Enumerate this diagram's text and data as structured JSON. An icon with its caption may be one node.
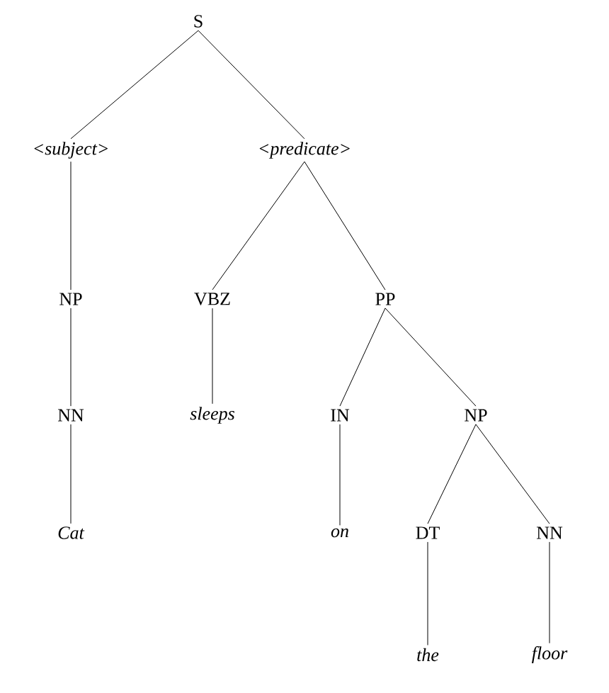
{
  "diagram": {
    "nodes": [
      {
        "text": [
          "S"
        ]
      },
      {
        "text": [
          "<subject>"
        ]
      },
      {
        "text": [
          "<predicate>"
        ]
      },
      {
        "text": [
          "NP"
        ]
      },
      {
        "text": [
          "VBZ"
        ]
      },
      {
        "text": [
          "PP"
        ]
      },
      {
        "text": [
          "NN"
        ]
      },
      {
        "text": [
          "sleeps"
        ]
      },
      {
        "text": [
          "IN"
        ]
      },
      {
        "text": [
          "NP"
        ]
      },
      {
        "text": [
          "Cat"
        ]
      },
      {
        "text": [
          "on"
        ]
      },
      {
        "text": [
          "DT"
        ]
      },
      {
        "text": [
          "NN"
        ]
      },
      {
        "text": [
          "the"
        ]
      },
      {
        "text": [
          "floor"
        ]
      }
    ],
    "edges": [
      {
        "from": 0,
        "to": 1,
        "arrow": "none"
      },
      {
        "from": 0,
        "to": 2,
        "arrow": "none"
      },
      {
        "from": 1,
        "to": 3,
        "arrow": "none"
      },
      {
        "from": 3,
        "to": 6,
        "arrow": "none"
      },
      {
        "from": 6,
        "to": 10,
        "arrow": "none"
      },
      {
        "from": 2,
        "to": 4,
        "arrow": "none"
      },
      {
        "from": 2,
        "to": 5,
        "arrow": "none"
      },
      {
        "from": 4,
        "to": 7,
        "arrow": "none"
      },
      {
        "from": 5,
        "to": 8,
        "arrow": "none"
      },
      {
        "from": 5,
        "to": 9,
        "arrow": "none"
      },
      {
        "from": 8,
        "to": 11,
        "arrow": "none"
      },
      {
        "from": 9,
        "to": 12,
        "arrow": "none"
      },
      {
        "from": 9,
        "to": 13,
        "arrow": "none"
      },
      {
        "from": 12,
        "to": 14,
        "arrow": "none"
      },
      {
        "from": 13,
        "to": 15,
        "arrow": "none"
      }
    ]
  }
}
